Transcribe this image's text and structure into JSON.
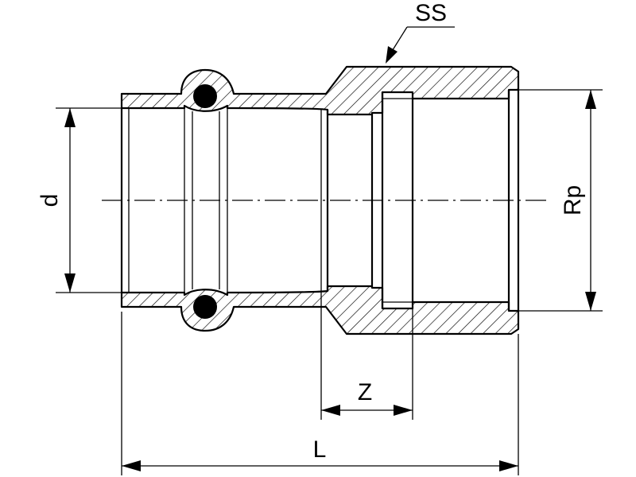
{
  "drawing": {
    "labels": {
      "material": "SS",
      "outer_diameter": "d",
      "thread": "Rp",
      "insertion_depth": "Z",
      "total_length": "L"
    },
    "colors": {
      "line": "#000000",
      "background": "#ffffff",
      "seal_ring": "#000000"
    }
  }
}
